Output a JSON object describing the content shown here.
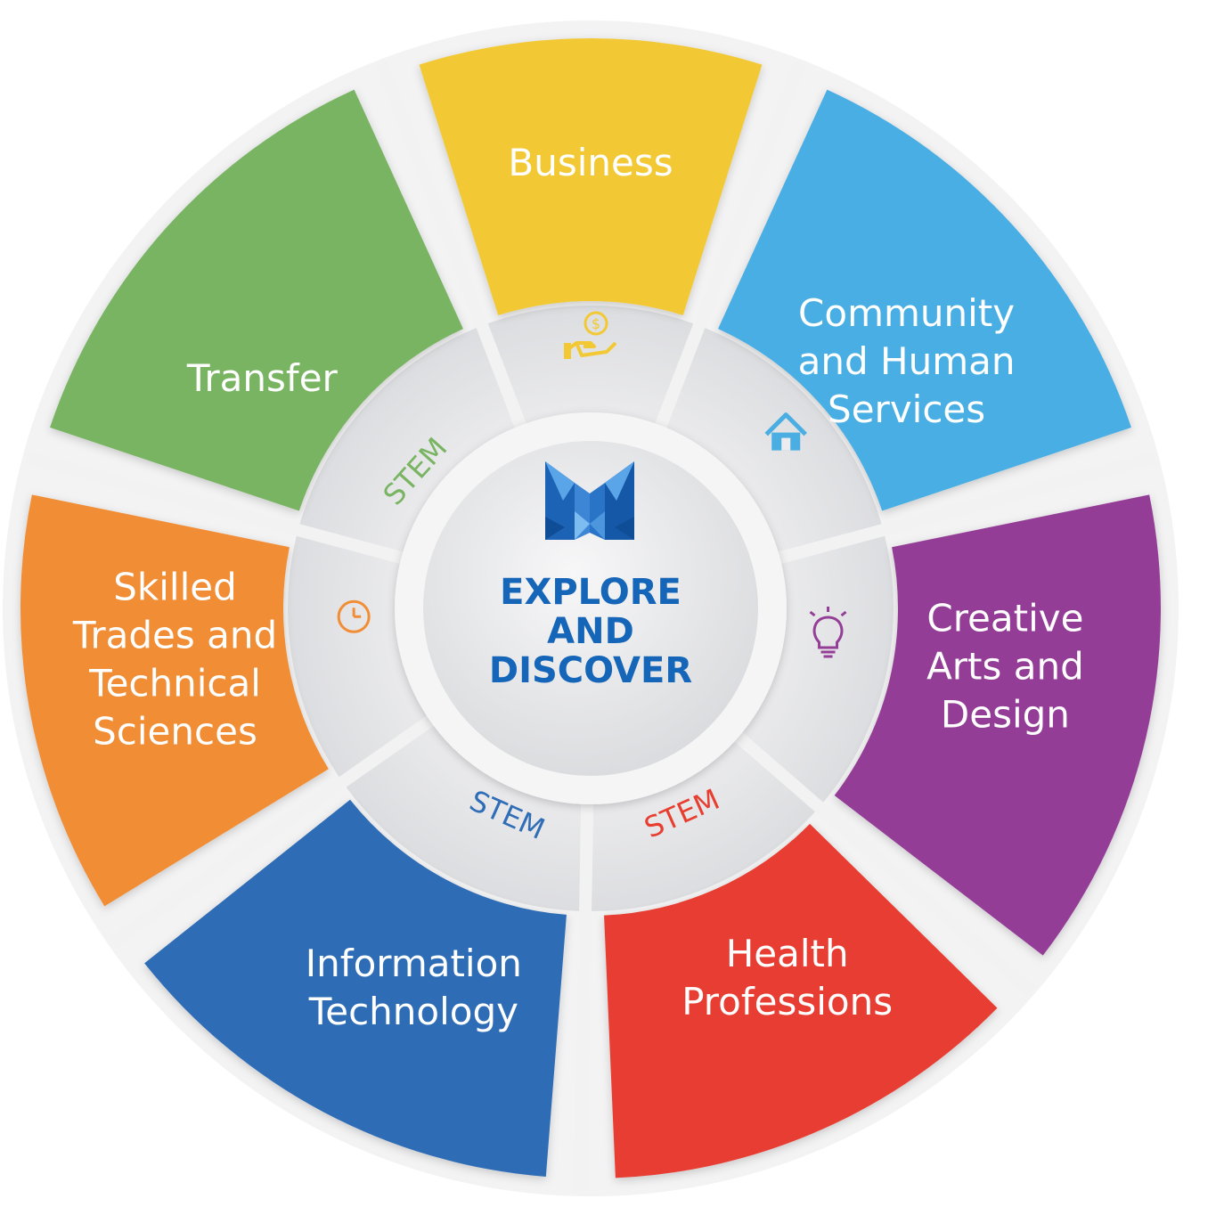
{
  "hub": {
    "title_lines": [
      "EXPLORE",
      "AND",
      "DISCOVER"
    ],
    "title_color": "#1565b8",
    "logo_icon": "m-logo-icon"
  },
  "colors": {
    "divider": "#f2f2f2",
    "inner_ring": "#e4e5e7",
    "hub_fill": "#ebecee"
  },
  "segments": [
    {
      "key": "business",
      "label_lines": [
        "Business"
      ],
      "color": "#f2c935",
      "icon": "hand-coin-icon",
      "stem": ""
    },
    {
      "key": "community",
      "label_lines": [
        "Community",
        "and Human",
        "Services"
      ],
      "color": "#4aaee3",
      "icon": "house-icon",
      "stem": ""
    },
    {
      "key": "creative",
      "label_lines": [
        "Creative",
        "Arts and",
        "Design"
      ],
      "color": "#943e97",
      "icon": "lightbulb-icon",
      "stem": ""
    },
    {
      "key": "health",
      "label_lines": [
        "Health",
        "Professions"
      ],
      "color": "#e83e30",
      "icon": "",
      "stem": "STEM"
    },
    {
      "key": "it",
      "label_lines": [
        "Information",
        "Technology"
      ],
      "color": "#2f6db6",
      "icon": "",
      "stem": "STEM"
    },
    {
      "key": "trades",
      "label_lines": [
        "Skilled",
        "Trades and",
        "Technical",
        "Sciences"
      ],
      "color": "#f18d35",
      "icon": "clock-icon",
      "stem": ""
    },
    {
      "key": "transfer",
      "label_lines": [
        "Transfer"
      ],
      "color": "#78b462",
      "icon": "",
      "stem": "STEM"
    }
  ]
}
